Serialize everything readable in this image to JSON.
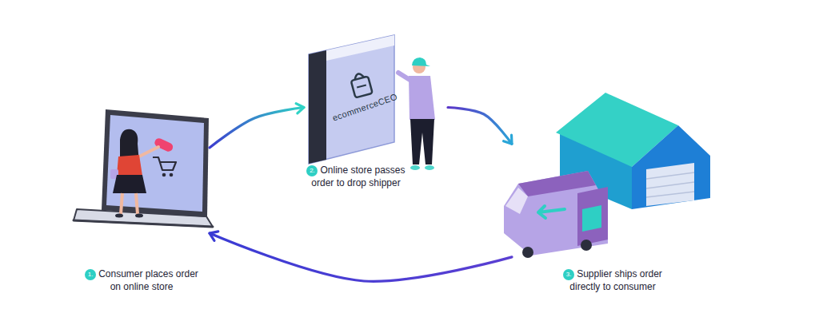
{
  "diagram": {
    "nodes": [
      {
        "text": [
          "1.",
          "Consumer places order on online store"
        ]
      },
      {
        "text": [
          "2.",
          "Online store passes order to drop shipper"
        ]
      },
      {
        "text": [
          "3.",
          "Supplier ships order directly to consumer"
        ]
      }
    ],
    "edges": [
      {
        "from": 0,
        "to": 1,
        "arrow": "to"
      },
      {
        "from": 1,
        "to": 2,
        "arrow": "to"
      },
      {
        "from": 2,
        "to": 0,
        "arrow": "to"
      }
    ],
    "labels": [
      "ecommerceCEO"
    ]
  }
}
